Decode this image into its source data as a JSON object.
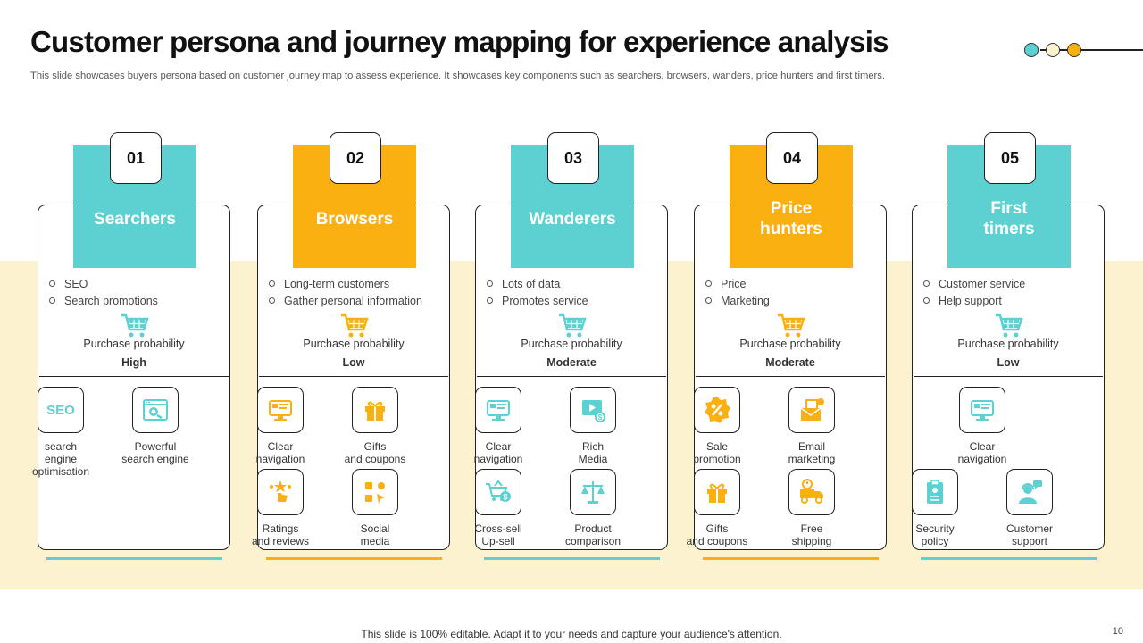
{
  "header": {
    "title": "Customer persona and journey mapping for experience analysis",
    "subtitle": "This slide showcases buyers persona based on customer journey map to assess experience. It showcases key components such as searchers, browsers, wanders, price hunters and first timers."
  },
  "colors": {
    "teal": "#5dd0d1",
    "amber": "#fbb012",
    "cream": "#fdf2d0"
  },
  "purchase_probability_label": "Purchase probability",
  "personas": [
    {
      "number": "01",
      "name": "Searchers",
      "color": "#5dd0d1",
      "bullets": [
        "SEO",
        "Search promotions"
      ],
      "probability": "High",
      "items": [
        {
          "icon": "seo-icon",
          "label": "search\nengine\noptimisation"
        },
        {
          "icon": "search-engine-icon",
          "label": "Powerful\nsearch engine"
        }
      ]
    },
    {
      "number": "02",
      "name": "Browsers",
      "color": "#fbb012",
      "bullets": [
        "Long-term customers",
        "Gather personal information"
      ],
      "probability": "Low",
      "items": [
        {
          "icon": "monitor-icon",
          "label": "Clear\nnavigation"
        },
        {
          "icon": "gift-icon",
          "label": "Gifts\nand coupons"
        },
        {
          "icon": "star-hand-icon",
          "label": "Ratings\nand reviews"
        },
        {
          "icon": "social-media-icon",
          "label": "Social\nmedia"
        }
      ]
    },
    {
      "number": "03",
      "name": "Wanderers",
      "color": "#5dd0d1",
      "bullets": [
        "Lots of data",
        "Promotes service"
      ],
      "probability": "Moderate",
      "items": [
        {
          "icon": "monitor-icon",
          "label": "Clear\nnavigation"
        },
        {
          "icon": "rich-media-icon",
          "label": "Rich\nMedia"
        },
        {
          "icon": "cart-dollar-icon",
          "label": "Cross-sell\nUp-sell"
        },
        {
          "icon": "scale-icon",
          "label": "Product\ncomparison"
        }
      ]
    },
    {
      "number": "04",
      "name": "Price\nhunters",
      "color": "#fbb012",
      "bullets": [
        "Price",
        "Marketing"
      ],
      "probability": "Moderate",
      "items": [
        {
          "icon": "percent-badge-icon",
          "label": "Sale\npromotion"
        },
        {
          "icon": "email-icon",
          "label": "Email\nmarketing"
        },
        {
          "icon": "gift-icon",
          "label": "Gifts\nand coupons"
        },
        {
          "icon": "truck-icon",
          "label": "Free\nshipping"
        }
      ]
    },
    {
      "number": "05",
      "name": "First\ntimers",
      "color": "#5dd0d1",
      "bullets": [
        "Customer service",
        "Help support"
      ],
      "probability": "Low",
      "items": [
        {
          "icon": "monitor-icon",
          "label": "Clear\nnavigation"
        },
        {
          "icon": "clipboard-icon",
          "label": "Security\npolicy"
        },
        {
          "icon": "support-agent-icon",
          "label": "Customer\nsupport"
        }
      ]
    }
  ],
  "footer": "This slide is 100% editable. Adapt it to your needs and capture your audience's attention.",
  "page_number": "10"
}
